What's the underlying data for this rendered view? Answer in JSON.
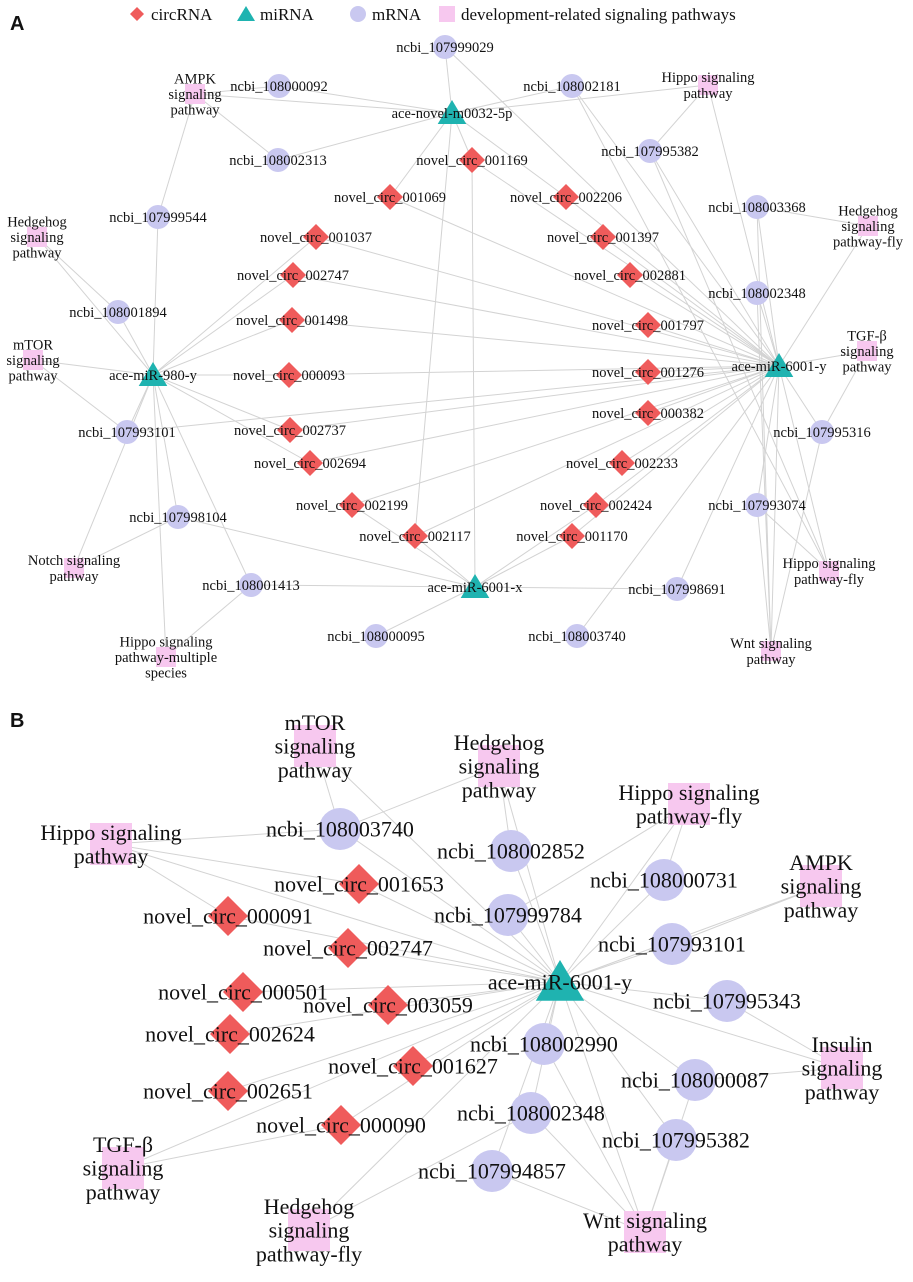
{
  "colors": {
    "circRNA": "#ef5b5b",
    "miRNA": "#1fb3b0",
    "mRNA": "#c9c8f0",
    "pathway": "#f7c8ef",
    "edge": "#d3d3d3"
  },
  "legend": [
    {
      "shape": "diamond",
      "color_key": "circRNA",
      "label": "circRNA"
    },
    {
      "shape": "triangle",
      "color_key": "miRNA",
      "label": "miRNA"
    },
    {
      "shape": "circle",
      "color_key": "mRNA",
      "label": "mRNA"
    },
    {
      "shape": "square",
      "color_key": "pathway",
      "label": "development-related signaling pathways"
    }
  ],
  "panels": [
    {
      "label": "A",
      "nodes": [
        {
          "id": "n1",
          "type": "mRNA",
          "text": [
            "ncbi_107999029"
          ]
        },
        {
          "id": "n2",
          "type": "mRNA",
          "text": [
            "ncbi_108000092"
          ]
        },
        {
          "id": "n3",
          "type": "mRNA",
          "text": [
            "ncbi_108002181"
          ]
        },
        {
          "id": "p1",
          "type": "pathway",
          "text": [
            "AMPK",
            "signaling",
            "pathway"
          ]
        },
        {
          "id": "p2",
          "type": "pathway",
          "text": [
            "Hippo signaling",
            "pathway"
          ]
        },
        {
          "id": "m1",
          "type": "miRNA",
          "text": [
            "ace-novel-m0032-5p"
          ]
        },
        {
          "id": "n4",
          "type": "mRNA",
          "text": [
            "ncbi_108002313"
          ]
        },
        {
          "id": "c1",
          "type": "circRNA",
          "text": [
            "novel_circ_001169"
          ]
        },
        {
          "id": "n5",
          "type": "mRNA",
          "text": [
            "ncbi_107995382"
          ]
        },
        {
          "id": "c2",
          "type": "circRNA",
          "text": [
            "novel_circ_001069"
          ]
        },
        {
          "id": "c3",
          "type": "circRNA",
          "text": [
            "novel_circ_002206"
          ]
        },
        {
          "id": "n6",
          "type": "mRNA",
          "text": [
            "ncbi_108003368"
          ]
        },
        {
          "id": "p3",
          "type": "pathway",
          "text": [
            "Hedgehog",
            "signaling",
            "pathway-fly"
          ]
        },
        {
          "id": "p4",
          "type": "pathway",
          "text": [
            "Hedgehog",
            "signaling",
            "pathway"
          ]
        },
        {
          "id": "n7",
          "type": "mRNA",
          "text": [
            "ncbi_107999544"
          ]
        },
        {
          "id": "c4",
          "type": "circRNA",
          "text": [
            "novel_circ_001037"
          ]
        },
        {
          "id": "c5",
          "type": "circRNA",
          "text": [
            "novel_circ_001397"
          ]
        },
        {
          "id": "c6",
          "type": "circRNA",
          "text": [
            "novel_circ_002747"
          ]
        },
        {
          "id": "c7",
          "type": "circRNA",
          "text": [
            "novel_circ_002881"
          ]
        },
        {
          "id": "n8",
          "type": "mRNA",
          "text": [
            "ncbi_108002348"
          ]
        },
        {
          "id": "n9",
          "type": "mRNA",
          "text": [
            "ncbi_108001894"
          ]
        },
        {
          "id": "c8",
          "type": "circRNA",
          "text": [
            "novel_circ_001498"
          ]
        },
        {
          "id": "c9",
          "type": "circRNA",
          "text": [
            "novel_circ_001797"
          ]
        },
        {
          "id": "p5",
          "type": "pathway",
          "text": [
            "TGF-β",
            "signaling",
            "pathway"
          ]
        },
        {
          "id": "p6",
          "type": "pathway",
          "text": [
            "mTOR",
            "signaling",
            "pathway"
          ]
        },
        {
          "id": "m2",
          "type": "miRNA",
          "text": [
            "ace-miR-980-y"
          ]
        },
        {
          "id": "c10",
          "type": "circRNA",
          "text": [
            "novel_circ_000093"
          ]
        },
        {
          "id": "c11",
          "type": "circRNA",
          "text": [
            "novel_circ_001276"
          ]
        },
        {
          "id": "m3",
          "type": "miRNA",
          "text": [
            "ace-miR-6001-y"
          ]
        },
        {
          "id": "c12",
          "type": "circRNA",
          "text": [
            "novel_circ_000382"
          ]
        },
        {
          "id": "n10",
          "type": "mRNA",
          "text": [
            "ncbi_107993101"
          ]
        },
        {
          "id": "c13",
          "type": "circRNA",
          "text": [
            "novel_circ_002737"
          ]
        },
        {
          "id": "n11",
          "type": "mRNA",
          "text": [
            "ncbi_107995316"
          ]
        },
        {
          "id": "c14",
          "type": "circRNA",
          "text": [
            "novel_circ_002694"
          ]
        },
        {
          "id": "c15",
          "type": "circRNA",
          "text": [
            "novel_circ_002233"
          ]
        },
        {
          "id": "n12",
          "type": "mRNA",
          "text": [
            "ncbi_107998104"
          ]
        },
        {
          "id": "c16",
          "type": "circRNA",
          "text": [
            "novel_circ_002199"
          ]
        },
        {
          "id": "c17",
          "type": "circRNA",
          "text": [
            "novel_circ_002424"
          ]
        },
        {
          "id": "n13",
          "type": "mRNA",
          "text": [
            "ncbi_107993074"
          ]
        },
        {
          "id": "c18",
          "type": "circRNA",
          "text": [
            "novel_circ_002117"
          ]
        },
        {
          "id": "c19",
          "type": "circRNA",
          "text": [
            "novel_circ_001170"
          ]
        },
        {
          "id": "p7",
          "type": "pathway",
          "text": [
            "Notch signaling",
            "pathway"
          ]
        },
        {
          "id": "p8",
          "type": "pathway",
          "text": [
            "Hippo signaling",
            "pathway-fly"
          ]
        },
        {
          "id": "n14",
          "type": "mRNA",
          "text": [
            "ncbi_108001413"
          ]
        },
        {
          "id": "m4",
          "type": "miRNA",
          "text": [
            "ace-miR-6001-x"
          ]
        },
        {
          "id": "n15",
          "type": "mRNA",
          "text": [
            "ncbi_107998691"
          ]
        },
        {
          "id": "p9",
          "type": "pathway",
          "text": [
            "Hippo signaling",
            "pathway-multiple",
            "species"
          ]
        },
        {
          "id": "n16",
          "type": "mRNA",
          "text": [
            "ncbi_108000095"
          ]
        },
        {
          "id": "n17",
          "type": "mRNA",
          "text": [
            "ncbi_108003740"
          ]
        },
        {
          "id": "p10",
          "type": "pathway",
          "text": [
            "Wnt signaling",
            "pathway"
          ]
        }
      ],
      "edges": [
        [
          "m3",
          "c1"
        ],
        [
          "m3",
          "c2"
        ],
        [
          "m3",
          "c3"
        ],
        [
          "m3",
          "c4"
        ],
        [
          "m3",
          "c5"
        ],
        [
          "m3",
          "c6"
        ],
        [
          "m3",
          "c7"
        ],
        [
          "m3",
          "c8"
        ],
        [
          "m3",
          "c9"
        ],
        [
          "m3",
          "c10"
        ],
        [
          "m3",
          "c11"
        ],
        [
          "m3",
          "c12"
        ],
        [
          "m3",
          "c13"
        ],
        [
          "m3",
          "c14"
        ],
        [
          "m3",
          "c15"
        ],
        [
          "m3",
          "c16"
        ],
        [
          "m3",
          "c17"
        ],
        [
          "m3",
          "c18"
        ],
        [
          "m3",
          "c19"
        ],
        [
          "m3",
          "n1"
        ],
        [
          "m3",
          "n3"
        ],
        [
          "m3",
          "n5"
        ],
        [
          "m3",
          "n6"
        ],
        [
          "m3",
          "n8"
        ],
        [
          "m3",
          "n11"
        ],
        [
          "m3",
          "n13"
        ],
        [
          "m3",
          "n15"
        ],
        [
          "m3",
          "n17"
        ],
        [
          "m3",
          "n10"
        ],
        [
          "m3",
          "p2"
        ],
        [
          "m3",
          "p3"
        ],
        [
          "m3",
          "p5"
        ],
        [
          "m3",
          "p8"
        ],
        [
          "m3",
          "p10"
        ],
        [
          "m2",
          "c6"
        ],
        [
          "m2",
          "c8"
        ],
        [
          "m2",
          "c10"
        ],
        [
          "m2",
          "c13"
        ],
        [
          "m2",
          "c14"
        ],
        [
          "m2",
          "c4"
        ],
        [
          "m2",
          "n7"
        ],
        [
          "m2",
          "n9"
        ],
        [
          "m2",
          "n10"
        ],
        [
          "m2",
          "n12"
        ],
        [
          "m2",
          "n14"
        ],
        [
          "m2",
          "p4"
        ],
        [
          "m2",
          "p6"
        ],
        [
          "m2",
          "p7"
        ],
        [
          "m2",
          "p9"
        ],
        [
          "m1",
          "n1"
        ],
        [
          "m1",
          "n2"
        ],
        [
          "m1",
          "n3"
        ],
        [
          "m1",
          "n4"
        ],
        [
          "m1",
          "c1"
        ],
        [
          "m1",
          "c2"
        ],
        [
          "m1",
          "c3"
        ],
        [
          "m1",
          "p1"
        ],
        [
          "m1",
          "p2"
        ],
        [
          "m1",
          "c18"
        ],
        [
          "m4",
          "c16"
        ],
        [
          "m4",
          "c18"
        ],
        [
          "m4",
          "c19"
        ],
        [
          "m4",
          "c17"
        ],
        [
          "m4",
          "n16"
        ],
        [
          "m4",
          "n14"
        ],
        [
          "m4",
          "n15"
        ],
        [
          "m4",
          "c1"
        ],
        [
          "m4",
          "n12"
        ],
        [
          "p1",
          "n2"
        ],
        [
          "p1",
          "n4"
        ],
        [
          "p1",
          "n7"
        ],
        [
          "p4",
          "n9"
        ],
        [
          "p6",
          "n10"
        ],
        [
          "p7",
          "n12"
        ],
        [
          "p9",
          "n14"
        ],
        [
          "p10",
          "n13"
        ],
        [
          "p8",
          "n13"
        ],
        [
          "p3",
          "n6"
        ],
        [
          "p5",
          "n11"
        ],
        [
          "p2",
          "n5"
        ],
        [
          "n6",
          "p10"
        ],
        [
          "n8",
          "p10"
        ],
        [
          "n11",
          "p10"
        ],
        [
          "n5",
          "p8"
        ],
        [
          "n3",
          "p8"
        ]
      ]
    },
    {
      "label": "B",
      "nodes": [
        {
          "id": "q1",
          "type": "pathway",
          "text": [
            "mTOR",
            "signaling",
            "pathway"
          ]
        },
        {
          "id": "q2",
          "type": "pathway",
          "text": [
            "Hedgehog",
            "signaling",
            "pathway"
          ]
        },
        {
          "id": "q3",
          "type": "pathway",
          "text": [
            "Hippo signaling",
            "pathway-fly"
          ]
        },
        {
          "id": "q4",
          "type": "pathway",
          "text": [
            "Hippo signaling",
            "pathway"
          ]
        },
        {
          "id": "r1",
          "type": "mRNA",
          "text": [
            "ncbi_108003740"
          ]
        },
        {
          "id": "r2",
          "type": "mRNA",
          "text": [
            "ncbi_108002852"
          ]
        },
        {
          "id": "r3",
          "type": "mRNA",
          "text": [
            "ncbi_108000731"
          ]
        },
        {
          "id": "q5",
          "type": "pathway",
          "text": [
            "AMPK",
            "signaling",
            "pathway"
          ]
        },
        {
          "id": "s1",
          "type": "circRNA",
          "text": [
            "novel_circ_001653"
          ]
        },
        {
          "id": "s2",
          "type": "circRNA",
          "text": [
            "novel_circ_000091"
          ]
        },
        {
          "id": "r4",
          "type": "mRNA",
          "text": [
            "ncbi_107999784"
          ]
        },
        {
          "id": "r5",
          "type": "mRNA",
          "text": [
            "ncbi_107993101"
          ]
        },
        {
          "id": "s3",
          "type": "circRNA",
          "text": [
            "novel_circ_002747"
          ]
        },
        {
          "id": "t1",
          "type": "miRNA",
          "text": [
            "ace-miR-6001-y"
          ]
        },
        {
          "id": "s4",
          "type": "circRNA",
          "text": [
            "novel_circ_000501"
          ]
        },
        {
          "id": "s5",
          "type": "circRNA",
          "text": [
            "novel_circ_003059"
          ]
        },
        {
          "id": "r6",
          "type": "mRNA",
          "text": [
            "ncbi_107995343"
          ]
        },
        {
          "id": "s6",
          "type": "circRNA",
          "text": [
            "novel_circ_002624"
          ]
        },
        {
          "id": "r7",
          "type": "mRNA",
          "text": [
            "ncbi_108002990"
          ]
        },
        {
          "id": "q6",
          "type": "pathway",
          "text": [
            "Insulin",
            "signaling",
            "pathway"
          ]
        },
        {
          "id": "s7",
          "type": "circRNA",
          "text": [
            "novel_circ_001627"
          ]
        },
        {
          "id": "r8",
          "type": "mRNA",
          "text": [
            "ncbi_108000087"
          ]
        },
        {
          "id": "s8",
          "type": "circRNA",
          "text": [
            "novel_circ_002651"
          ]
        },
        {
          "id": "s9",
          "type": "circRNA",
          "text": [
            "novel_circ_000090"
          ]
        },
        {
          "id": "r9",
          "type": "mRNA",
          "text": [
            "ncbi_108002348"
          ]
        },
        {
          "id": "r10",
          "type": "mRNA",
          "text": [
            "ncbi_107995382"
          ]
        },
        {
          "id": "q7",
          "type": "pathway",
          "text": [
            "TGF-β",
            "signaling",
            "pathway"
          ]
        },
        {
          "id": "r11",
          "type": "mRNA",
          "text": [
            "ncbi_107994857"
          ]
        },
        {
          "id": "q8",
          "type": "pathway",
          "text": [
            "Hedgehog",
            "signaling",
            "pathway-fly"
          ]
        },
        {
          "id": "q9",
          "type": "pathway",
          "text": [
            "Wnt signaling",
            "pathway"
          ]
        }
      ],
      "edges": [
        [
          "t1",
          "s1"
        ],
        [
          "t1",
          "s2"
        ],
        [
          "t1",
          "s3"
        ],
        [
          "t1",
          "s4"
        ],
        [
          "t1",
          "s5"
        ],
        [
          "t1",
          "s6"
        ],
        [
          "t1",
          "s7"
        ],
        [
          "t1",
          "s8"
        ],
        [
          "t1",
          "s9"
        ],
        [
          "t1",
          "r1"
        ],
        [
          "t1",
          "r2"
        ],
        [
          "t1",
          "r3"
        ],
        [
          "t1",
          "r4"
        ],
        [
          "t1",
          "r5"
        ],
        [
          "t1",
          "r6"
        ],
        [
          "t1",
          "r7"
        ],
        [
          "t1",
          "r8"
        ],
        [
          "t1",
          "r9"
        ],
        [
          "t1",
          "r10"
        ],
        [
          "t1",
          "r11"
        ],
        [
          "t1",
          "q1"
        ],
        [
          "t1",
          "q2"
        ],
        [
          "t1",
          "q3"
        ],
        [
          "t1",
          "q4"
        ],
        [
          "t1",
          "q5"
        ],
        [
          "t1",
          "q6"
        ],
        [
          "t1",
          "q7"
        ],
        [
          "t1",
          "q8"
        ],
        [
          "t1",
          "q9"
        ],
        [
          "q4",
          "r1"
        ],
        [
          "q4",
          "s1"
        ],
        [
          "q4",
          "s2"
        ],
        [
          "q1",
          "r1"
        ],
        [
          "q2",
          "r2"
        ],
        [
          "q3",
          "r3"
        ],
        [
          "q5",
          "r5"
        ],
        [
          "q6",
          "r6"
        ],
        [
          "q6",
          "r8"
        ],
        [
          "q7",
          "s9"
        ],
        [
          "q8",
          "r9"
        ],
        [
          "q9",
          "r10"
        ],
        [
          "q9",
          "r11"
        ],
        [
          "q9",
          "r9"
        ],
        [
          "q9",
          "r7"
        ],
        [
          "q9",
          "r8"
        ],
        [
          "q3",
          "r4"
        ],
        [
          "q2",
          "r1"
        ]
      ]
    }
  ]
}
